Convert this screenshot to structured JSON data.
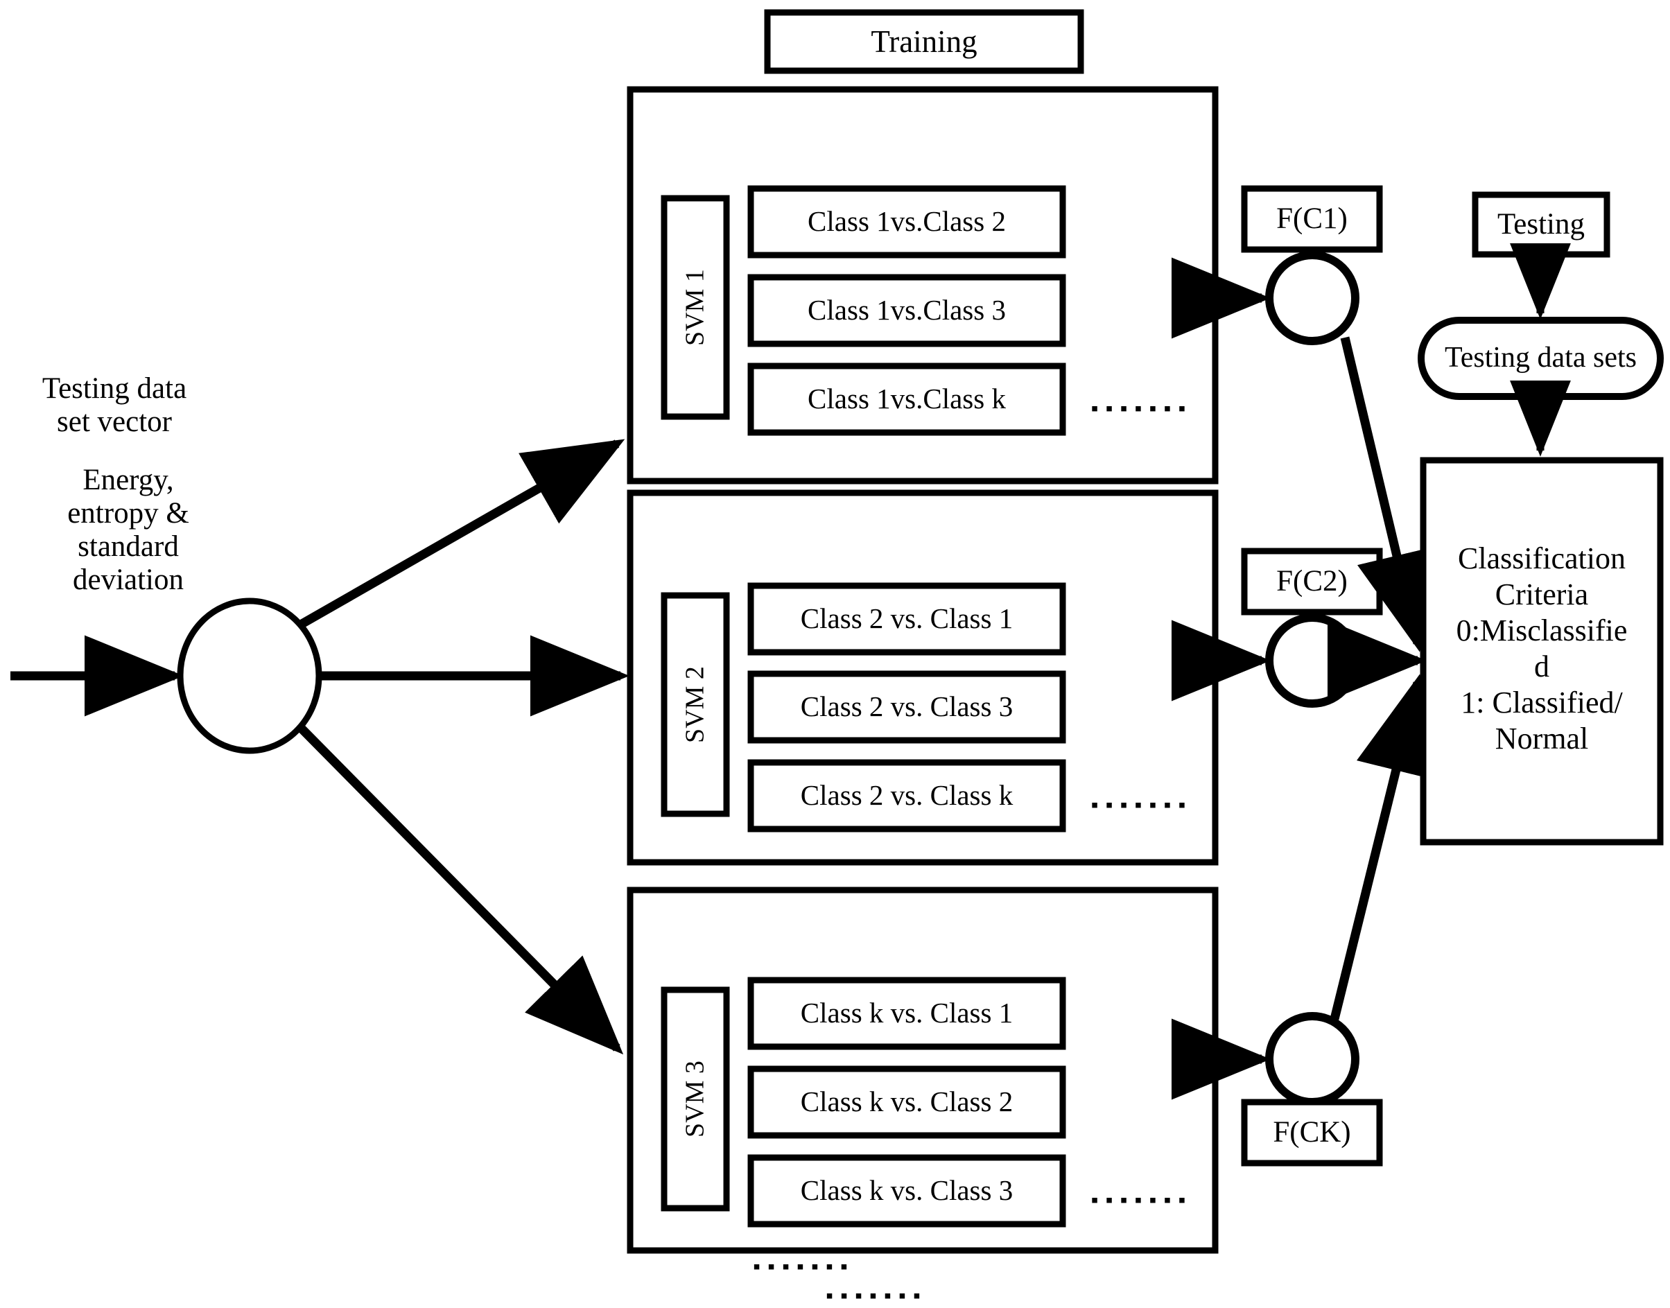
{
  "diagram": {
    "title": "Multi-class SVM classification block diagram",
    "stroke_color": "#000000",
    "fill_color": "#ffffff",
    "background": "#ffffff"
  },
  "input": {
    "vector_label": "Testing data\nset vector",
    "feature_label": "Energy,\nentropy &\nstandard\ndeviation",
    "hub_node_label": ""
  },
  "training": {
    "header_label": "Training"
  },
  "svm_blocks": [
    {
      "name": "SVM 1",
      "classes": [
        "Class 1vs.Class 2",
        "Class 1vs.Class 3",
        "Class 1vs.Class k"
      ],
      "ellipsis": "▪ ▪ ▪ ▪ ▪ ▪ ▪",
      "output_label": "F(C1)"
    },
    {
      "name": "SVM 2",
      "classes": [
        "Class 2 vs. Class 1",
        "Class 2 vs. Class 3",
        "Class 2 vs. Class k"
      ],
      "ellipsis": "▪ ▪ ▪ ▪ ▪ ▪ ▪",
      "output_label": "F(C2)"
    },
    {
      "name": "SVM 3",
      "classes": [
        "Class k vs. Class 1",
        "Class k vs. Class 2",
        "Class k vs. Class 3"
      ],
      "ellipsis": "▪ ▪ ▪ ▪ ▪ ▪ ▪",
      "output_label": "F(CK)"
    }
  ],
  "more_blocks": {
    "ellipsis_row_1": "▪ ▪ ▪ ▪ ▪ ▪ ▪",
    "ellipsis_row_2": "▪ ▪ ▪ ▪ ▪ ▪ ▪"
  },
  "testing": {
    "header_label": "Testing",
    "dataset_label": "Testing data sets"
  },
  "classification": {
    "title_line_1": "Classification",
    "title_line_2": "Criteria",
    "criterion_0": "0:Misclassifie",
    "criterion_0_wrap": "d",
    "criterion_1": "1: Classified/",
    "criterion_1_wrap": "Normal"
  }
}
